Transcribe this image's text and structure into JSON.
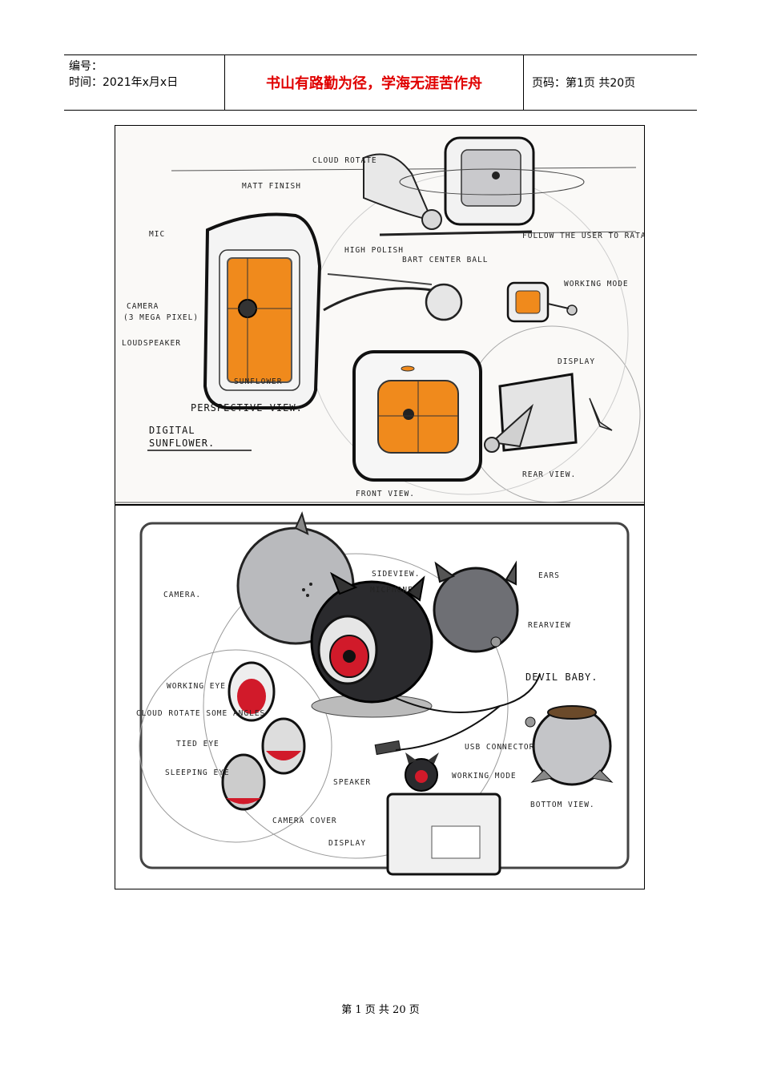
{
  "header": {
    "number_label": "编号：",
    "time_label": "时间：2021年x月x日",
    "motto": "书山有路勤为径，学海无涯苦作舟",
    "page_info": "页码：第1页  共20页"
  },
  "sketch1": {
    "labels": {
      "cloud_rotate": "CLOUD ROTATE",
      "matt_finish": "MATT FINISH",
      "mic": "MIC",
      "high_polish": "HIGH POLISH",
      "follow_user": "FOLLOW THE USER TO RATATE TO THE ANY ANGLE",
      "bart_center": "BART CENTER BALL",
      "working_mode": "WORKING MODE",
      "camera": "CAMERA",
      "mega_pixel": "(3 MEGA PIXEL)",
      "loudspeaker": "LOUDSPEAKER",
      "display": "DISPLAY",
      "sunflower_brand": "SUNFLOWER",
      "perspective_view": "PERSPECTIVE VIEW.",
      "digital": "DIGITAL",
      "sunflower_title": "SUNFLOWER.",
      "rear_view": "REAR VIEW.",
      "front_view": "FRONT VIEW."
    }
  },
  "sketch2": {
    "labels": {
      "camera": "CAMERA.",
      "side_view": "SIDEVIEW.",
      "microphone": "MICPHONE",
      "ears": "EARS",
      "rear_view": "REARVIEW",
      "devil_baby": "DEVIL BABY.",
      "working_eye": "WORKING EYE",
      "cloud_rotate": "CLOUD ROTATE SOME ANGLES",
      "tied_eye": "TIED EYE",
      "sleeping_eye": "SLEEPING EYE",
      "usb_connector": "USB CONNECTOR",
      "speaker": "SPEAKER",
      "working_mode": "WORKING MODE",
      "bottom_view": "BOTTOM VIEW.",
      "camera_cover": "CAMERA COVER",
      "display": "DISPLAY"
    }
  },
  "footer": {
    "text": "第 1 页 共 20 页"
  },
  "colors": {
    "motto_red": "#e00000",
    "sketch_orange": "#f08a1c",
    "eye_red": "#d11a2a"
  }
}
